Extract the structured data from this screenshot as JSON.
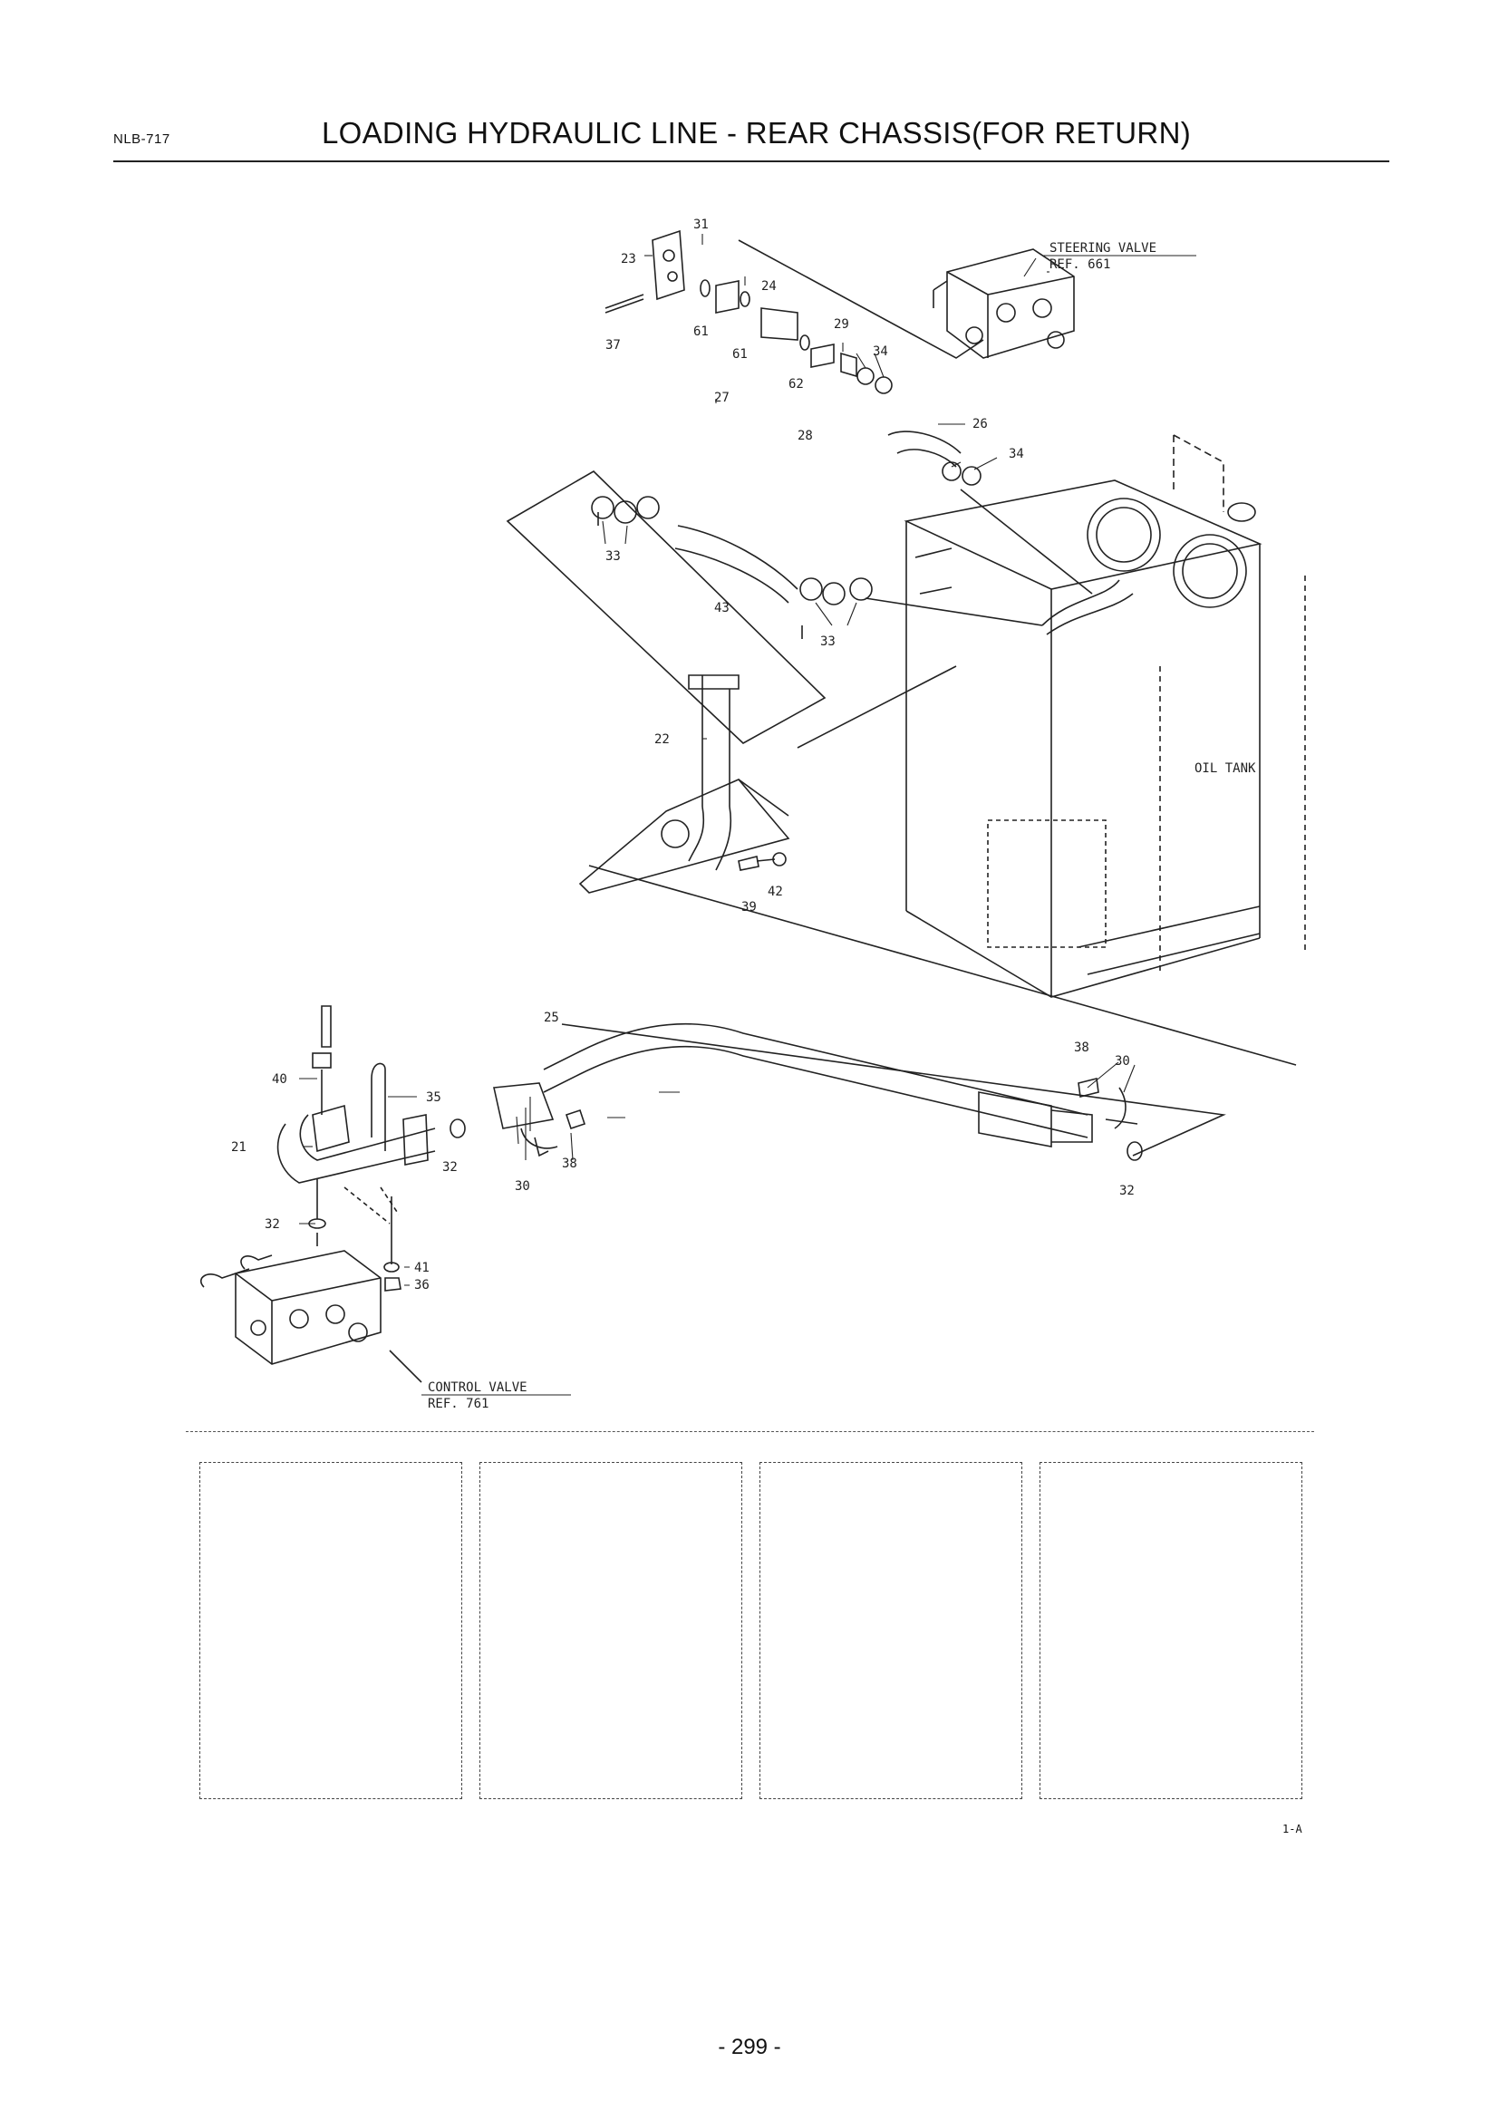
{
  "header": {
    "doc_code": "NLB-717",
    "title": "LOADING HYDRAULIC LINE - REAR CHASSIS(FOR RETURN)"
  },
  "diagram": {
    "callouts": {
      "c21": "21",
      "c22": "22",
      "c23": "23",
      "c24": "24",
      "c25": "25",
      "c26": "26",
      "c27": "27",
      "c28": "28",
      "c29": "29",
      "c30a": "30",
      "c30b": "30",
      "c31": "31",
      "c32a": "32",
      "c32b": "32",
      "c32c": "32",
      "c33a": "33",
      "c33b": "33",
      "c34a": "34",
      "c34b": "34",
      "c35": "35",
      "c36": "36",
      "c37": "37",
      "c38a": "38",
      "c38b": "38",
      "c39": "39",
      "c40": "40",
      "c41": "41",
      "c42": "42",
      "c43": "43",
      "c61a": "61",
      "c61b": "61",
      "c62": "62"
    },
    "steering_valve": {
      "line1": "STEERING VALVE",
      "line2": "REF. 661"
    },
    "control_valve": {
      "line1": "CONTROL VALVE",
      "line2": "REF. 761"
    },
    "oil_tank": "OIL TANK"
  },
  "footer": {
    "sheet_code": "1-A",
    "page_number": "- 299 -"
  }
}
